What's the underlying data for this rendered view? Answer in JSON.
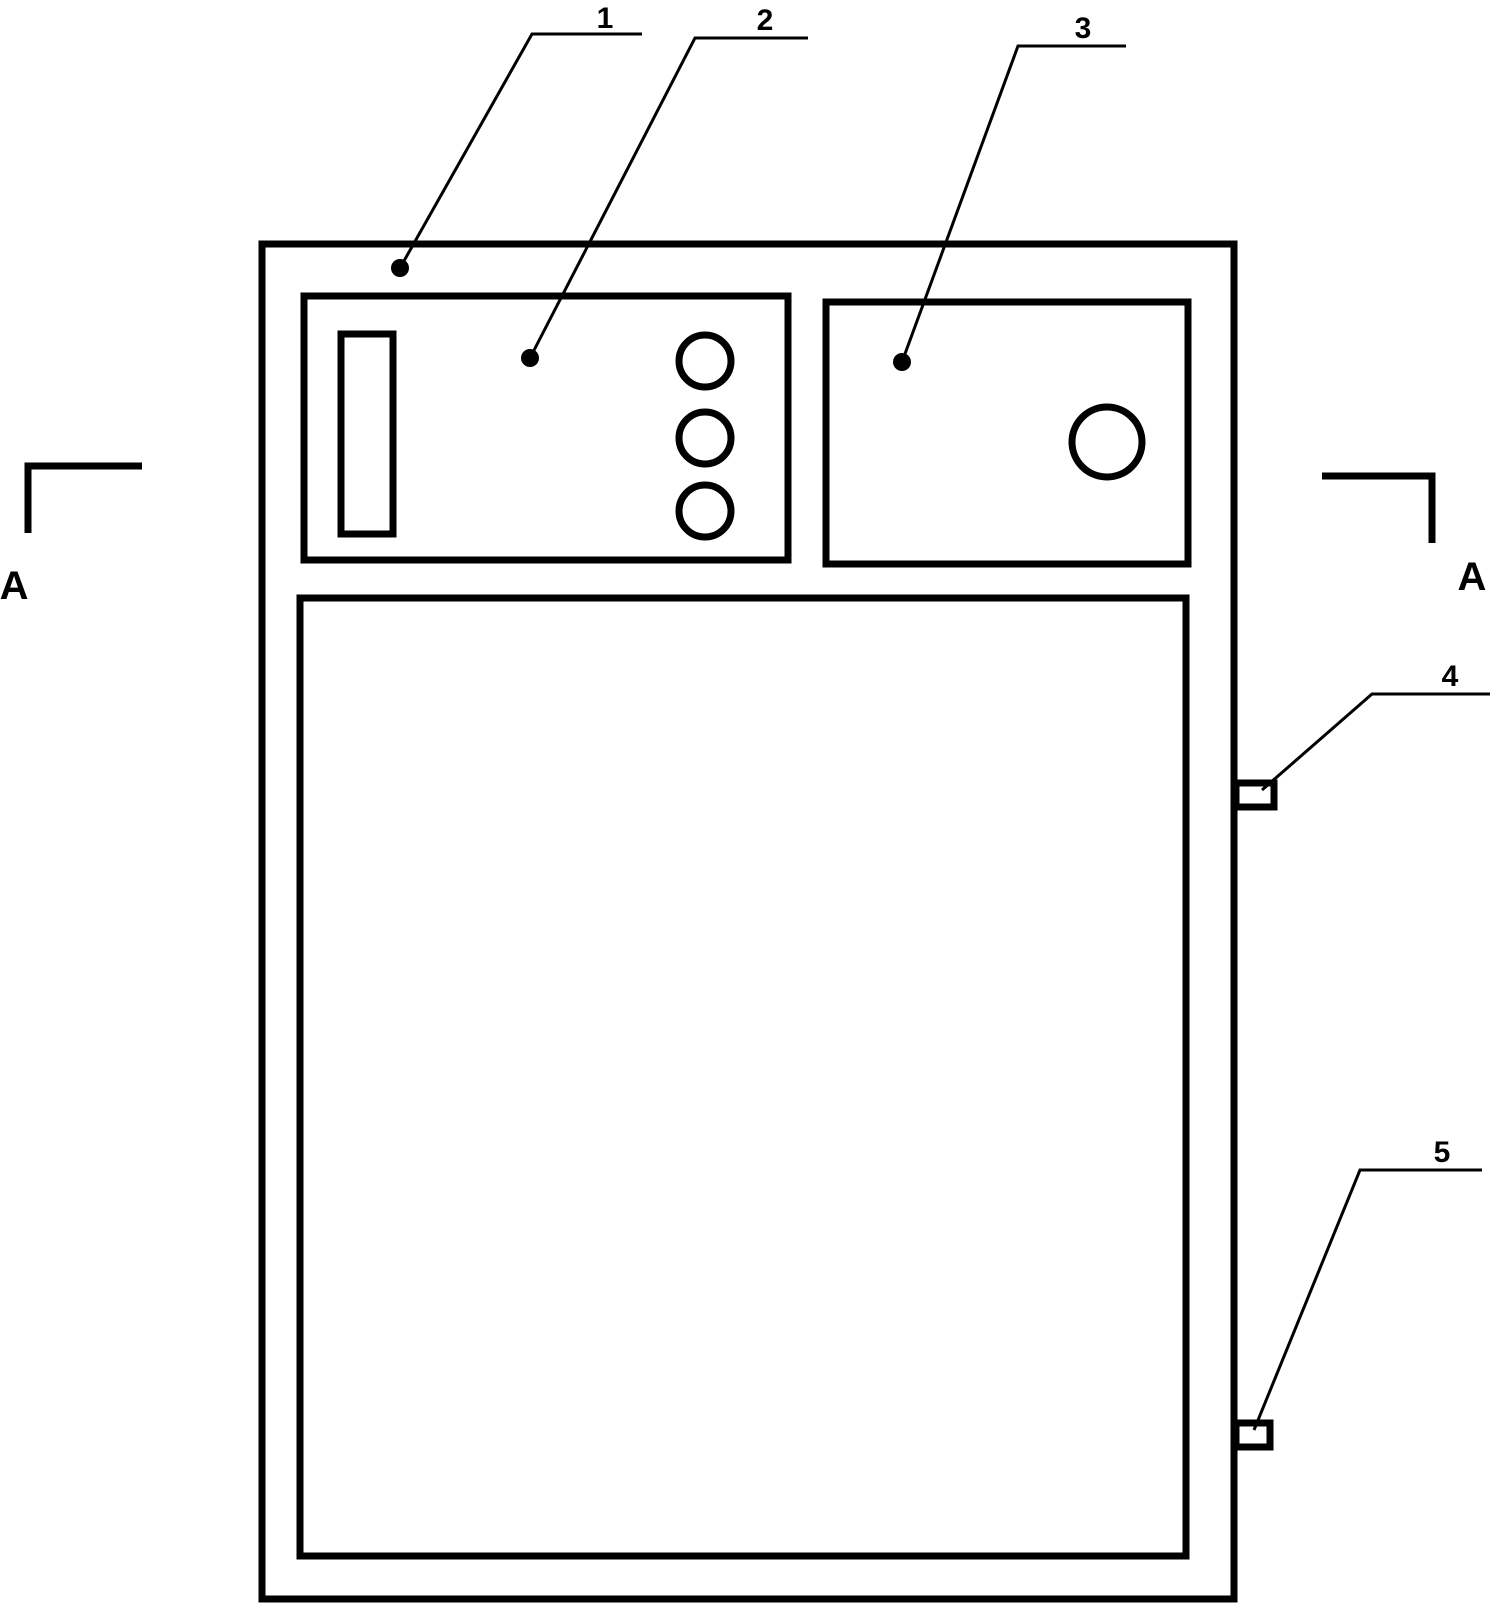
{
  "callouts": {
    "c1": "1",
    "c2": "2",
    "c3": "3",
    "c4": "4",
    "c5": "5"
  },
  "section": {
    "left": "A",
    "right": "A"
  },
  "colors": {
    "line": "#000000",
    "background": "#ffffff"
  }
}
